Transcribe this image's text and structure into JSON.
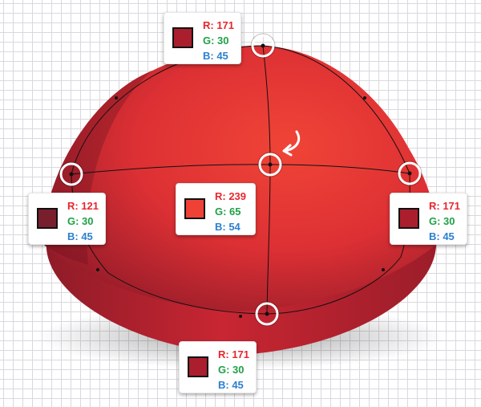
{
  "swatches": [
    {
      "id": "top",
      "r": "R: 171",
      "g": "G: 30",
      "b": "B: 45",
      "color": "#ab1e2d"
    },
    {
      "id": "left",
      "r": "R: 121",
      "g": "G: 30",
      "b": "B: 45",
      "color": "#791e2d"
    },
    {
      "id": "center",
      "r": "R: 239",
      "g": "G: 65",
      "b": "B: 54",
      "color": "#ef4136"
    },
    {
      "id": "right",
      "r": "R: 171",
      "g": "G: 30",
      "b": "B: 45",
      "color": "#ab1e2d"
    },
    {
      "id": "bottom",
      "r": "R: 171",
      "g": "G: 30",
      "b": "B: 45",
      "color": "#ab1e2d"
    }
  ],
  "colors": {
    "dome_light": "#f04437",
    "dome_mid": "#d92f33",
    "dome_dark": "#9a1d2a",
    "rim": "#c42531",
    "path_stroke": "#111111",
    "handle_ring": "#ffffff",
    "arrow": "#ffffff"
  },
  "icons": {
    "anchor_ring": "circle-outline-icon",
    "curved_arrow": "curved-arrow-icon"
  }
}
